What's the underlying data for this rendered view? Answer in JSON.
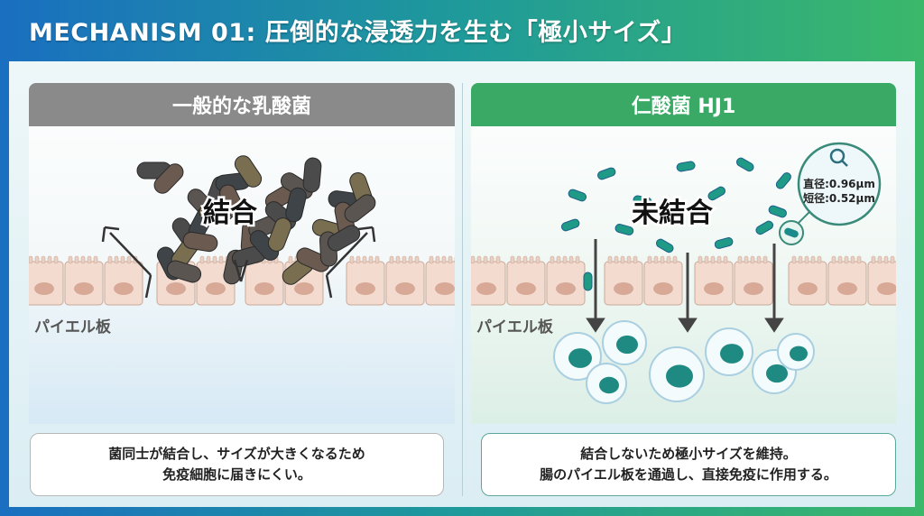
{
  "title": "MECHANISM 01: 圧倒的な浸透力を生む「極小サイズ」",
  "left": {
    "header": "一般的な乳酸菌",
    "cluster_label": "結合",
    "tissue_label": "パイエル板",
    "caption_lines": [
      "菌同士が結合し、サイズが大きくなるため",
      "免疫細胞に届きにくい。"
    ]
  },
  "right": {
    "header": "仁酸菌 HJ1",
    "cluster_label": "未結合",
    "tissue_label": "パイエル板",
    "magnifier": {
      "line1": "直径:0.96μm",
      "line2": "短径:0.52μm"
    },
    "caption_lines": [
      "結合しないため極小サイズを維持。",
      "腸のパイエル板を通過し、直接免疫に作用する。"
    ]
  },
  "colors": {
    "left_header": "#8a8a8a",
    "right_header": "#3aa965",
    "cell": "#f3dccf"
  }
}
